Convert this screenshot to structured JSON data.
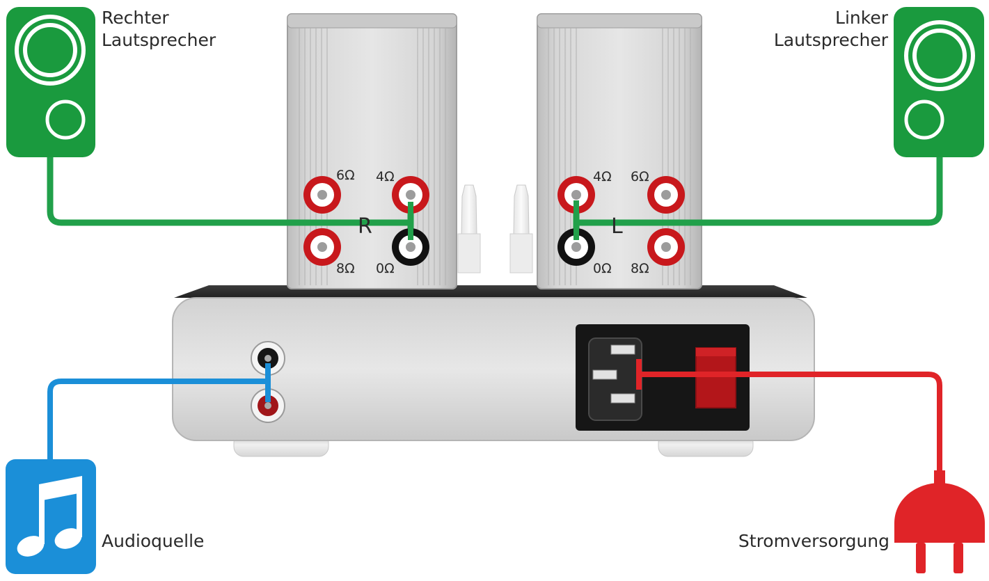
{
  "labels": {
    "right_speaker_line1": "Rechter",
    "right_speaker_line2": "Lautsprecher",
    "left_speaker_line1": "Linker",
    "left_speaker_line2": "Lautsprecher",
    "audio_source": "Audioquelle",
    "power_supply": "Stromversorgung"
  },
  "channels": {
    "right": "R",
    "left": "L"
  },
  "terminals": {
    "right": {
      "top_left": "6Ω",
      "top_right": "4Ω",
      "bottom_left": "8Ω",
      "bottom_right": "0Ω"
    },
    "left": {
      "top_left": "4Ω",
      "top_right": "6Ω",
      "bottom_left": "0Ω",
      "bottom_right": "8Ω"
    }
  },
  "colors": {
    "speaker_green": "#1a9a3e",
    "speaker_cable": "#21a04a",
    "audio_blue": "#1b8fd8",
    "power_red": "#e02428",
    "terminal_red": "#c8181c",
    "terminal_black": "#111111"
  },
  "icons": {
    "speaker": "speaker-icon",
    "audio_source": "music-note-icon",
    "power": "power-plug-icon"
  }
}
